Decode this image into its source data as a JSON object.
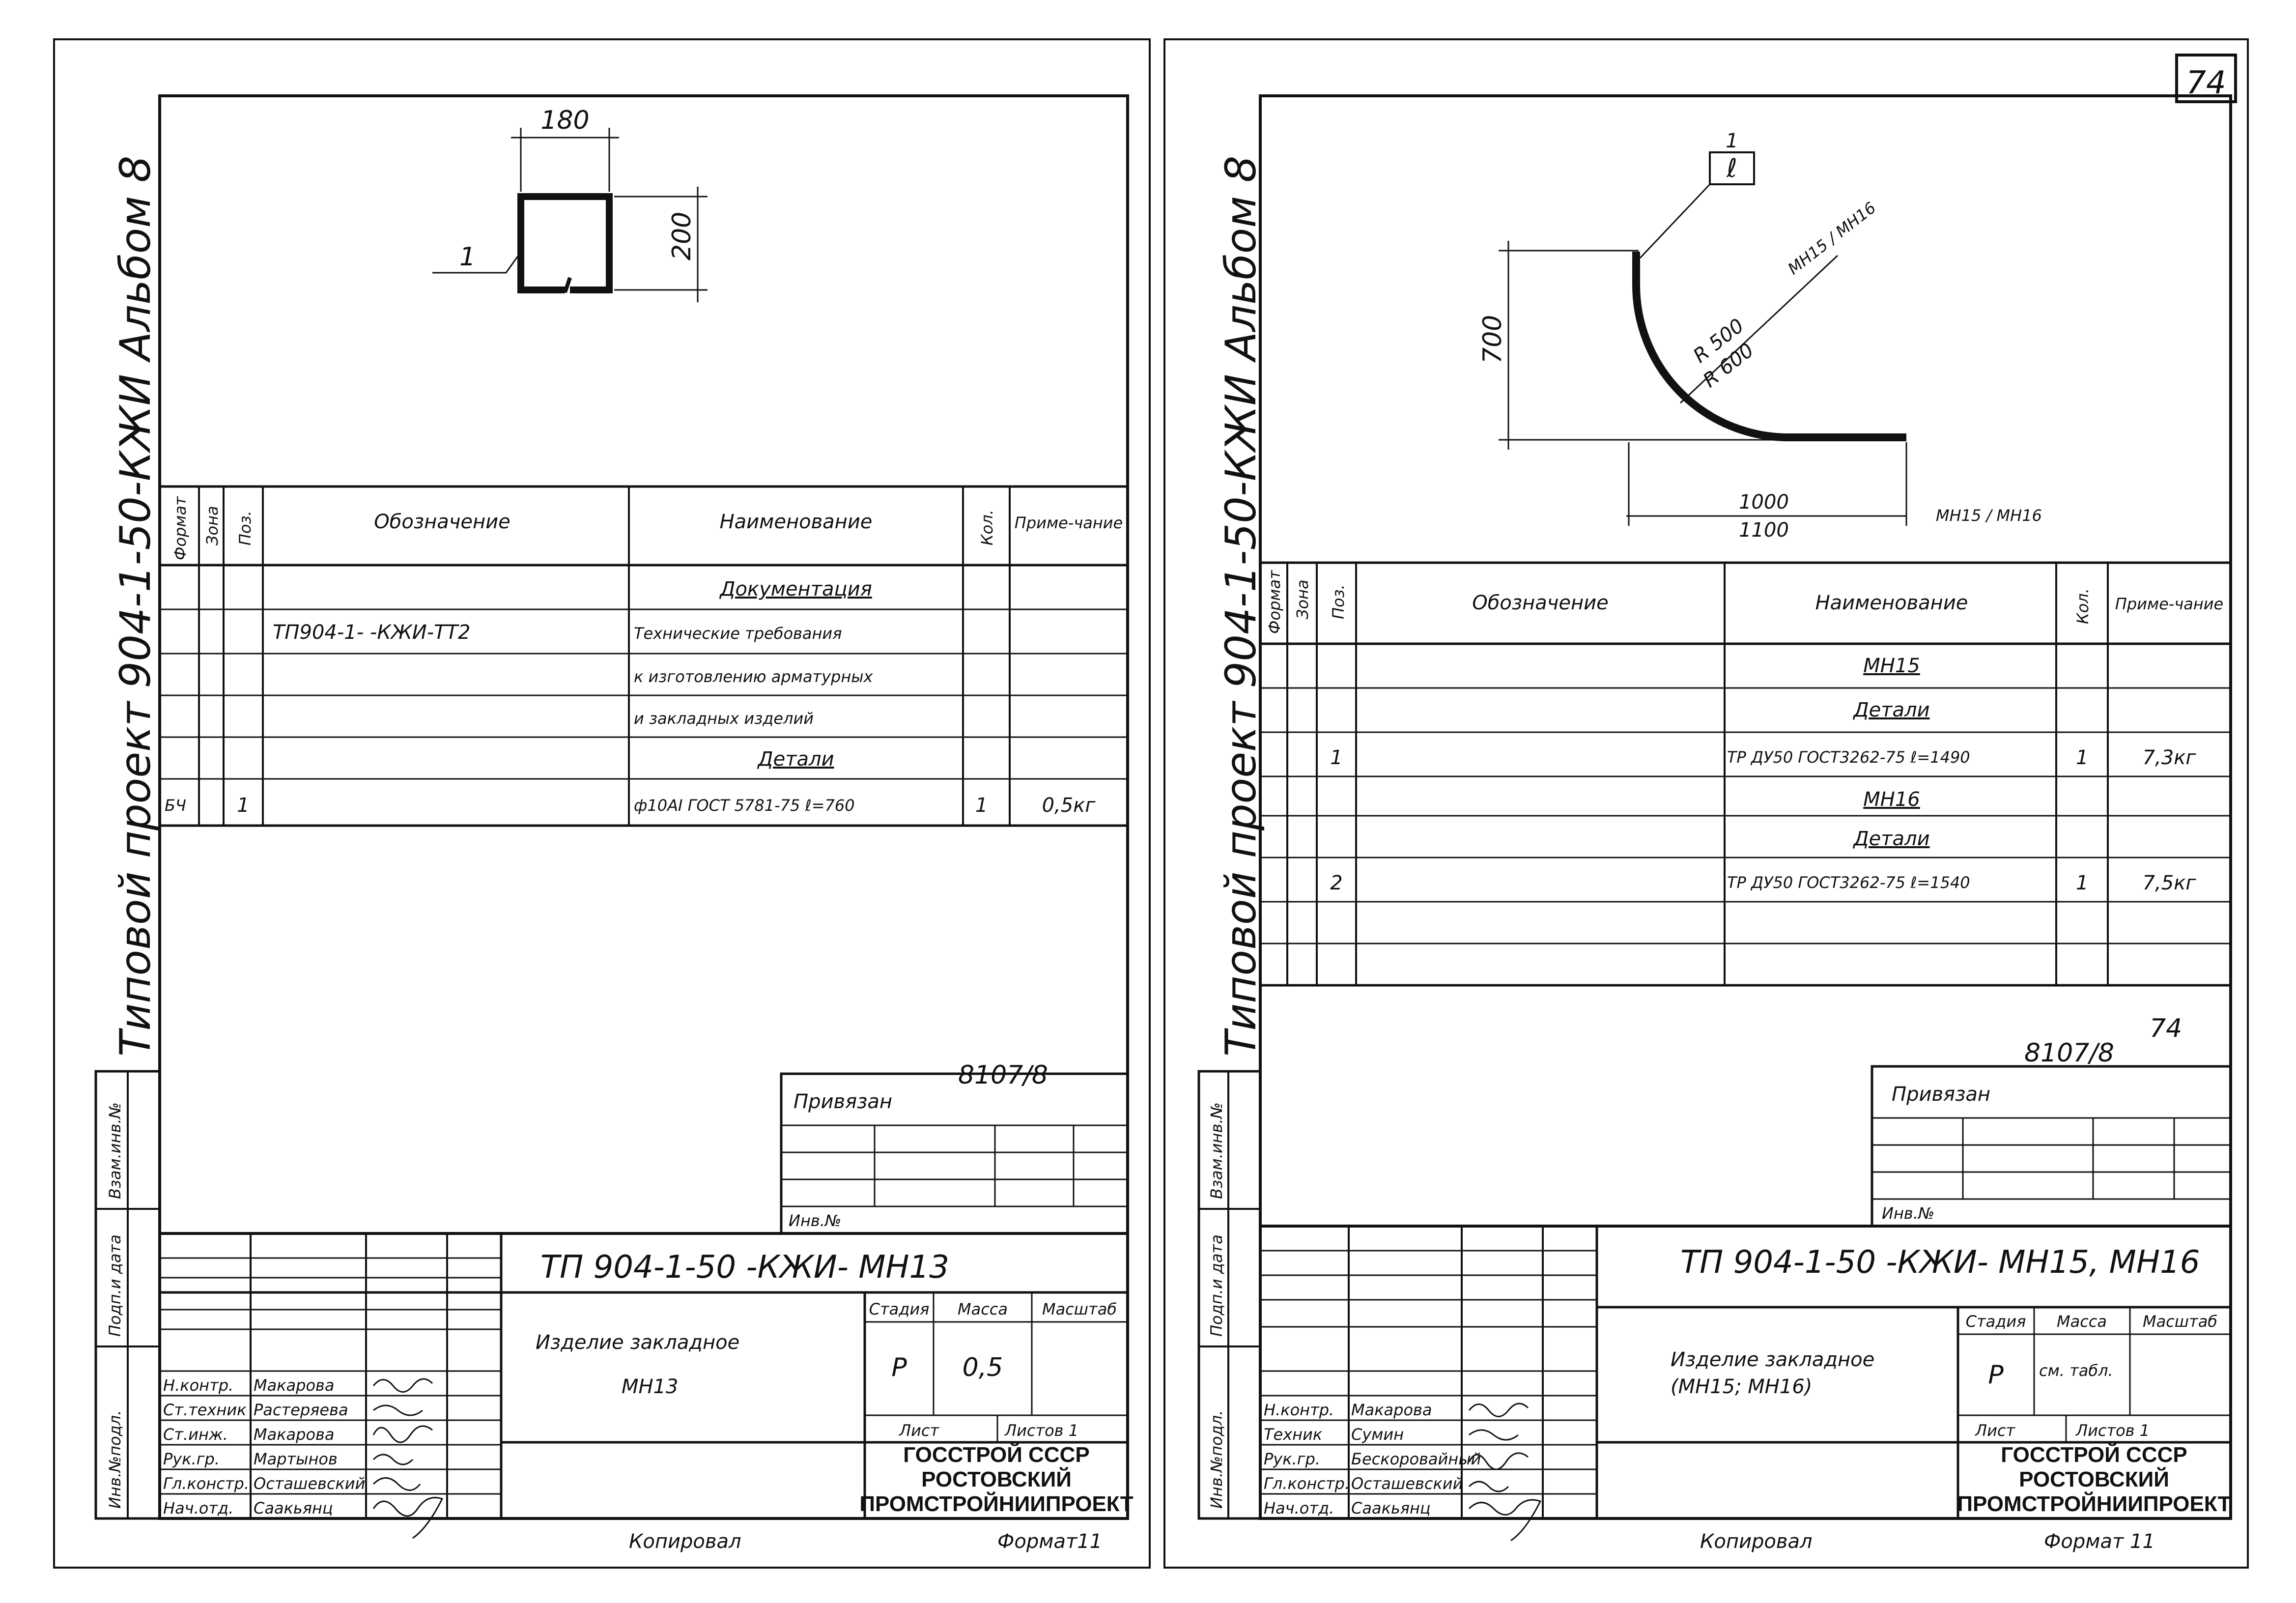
{
  "page_number": "74",
  "album_label": "Типовой проект 904-1-50-КЖИ Альбом 8",
  "left_sheet": {
    "drawing": {
      "dim_width": "180",
      "dim_height": "200",
      "position": "1"
    },
    "headers": {
      "format": "Формат",
      "zone": "Зона",
      "pos": "Поз.",
      "designation": "Обозначение",
      "name": "Наименование",
      "qty": "Кол.",
      "note": "Приме-чание"
    },
    "rows": [
      {
        "name": "Документация"
      },
      {
        "designation": "ТП904-1-      -КЖИ-ТТ2",
        "name": "Технические требования"
      },
      {
        "name": "к изготовлению арматурных"
      },
      {
        "name": "и закладных изделий"
      },
      {
        "name": "Детали"
      },
      {
        "format": "БЧ",
        "pos": "1",
        "name": "ф10АI ГОСТ 5781-75 ℓ=760",
        "qty": "1",
        "note": "0,5кг"
      }
    ],
    "sheet_no": "8107/8",
    "attached": "Привязан",
    "inv_no": "Инв.№",
    "code": "ТП 904-1-50    -КЖИ- МН13",
    "title": "Изделие закладное",
    "title_mark": "МН13",
    "stage_header": "Стадия",
    "mass_header": "Масса",
    "scale_header": "Масштаб",
    "stage": "Р",
    "mass": "0,5",
    "sheet_label": "Лист",
    "sheets_label": "Листов 1",
    "org_line1": "ГОССТРОЙ СССР",
    "org_line2": "РОСТОВСКИЙ",
    "org_line3": "ПРОМСТРОЙНИИПРОЕКТ",
    "signatures": [
      {
        "role": "Н.контр.",
        "name": "Макарова"
      },
      {
        "role": "Ст.техник",
        "name": "Растеряева"
      },
      {
        "role": "Ст.инж.",
        "name": "Макарова"
      },
      {
        "role": "Рук.гр.",
        "name": "Мартынов"
      },
      {
        "role": "Гл.констр.",
        "name": "Осташевский"
      },
      {
        "role": "Нач.отд.",
        "name": "Саакьянц"
      }
    ],
    "copied": "Копировал",
    "format": "Формат11"
  },
  "right_sheet": {
    "drawing": {
      "dim_height": "700",
      "dim_len1": "1000",
      "dim_len2": "1100",
      "len_marks": "МН15 / МН16",
      "radius1": "R 500",
      "radius2": "R 600",
      "radius_marks": "МН15 / МН16",
      "position": "1",
      "length_sym": "ℓ"
    },
    "headers": {
      "format": "Формат",
      "zone": "Зона",
      "pos": "Поз.",
      "designation": "Обозначение",
      "name": "Наименование",
      "qty": "Кол.",
      "note": "Приме-чание"
    },
    "rows": [
      {
        "name": "МН15"
      },
      {
        "name": "Детали"
      },
      {
        "pos": "1",
        "name": "ТР ДУ50 ГОСТ3262-75 ℓ=1490",
        "qty": "1",
        "note": "7,3кг"
      },
      {
        "name": "МН16"
      },
      {
        "name": "Детали"
      },
      {
        "pos": "2",
        "name": "ТР ДУ50 ГОСТ3262-75 ℓ=1540",
        "qty": "1",
        "note": "7,5кг"
      }
    ],
    "sheet_no": "8107/8",
    "sheet_no_extra": "74",
    "attached": "Привязан",
    "inv_no": "Инв.№",
    "code": "ТП 904-1-50    -КЖИ- МН15, МН16",
    "title": "Изделие закладное",
    "title_mark": "(МН15; МН16)",
    "stage_header": "Стадия",
    "mass_header": "Масса",
    "scale_header": "Масштаб",
    "stage": "Р",
    "mass": "см. табл.",
    "sheet_label": "Лист",
    "sheets_label": "Листов 1",
    "org_line1": "ГОССТРОЙ СССР",
    "org_line2": "РОСТОВСКИЙ",
    "org_line3": "ПРОМСТРОЙНИИПРОЕКТ",
    "signatures": [
      {
        "role": "Н.контр.",
        "name": "Макарова"
      },
      {
        "role": "Техник",
        "name": "Сумин"
      },
      {
        "role": "Рук.гр.",
        "name": "Бескоровайный"
      },
      {
        "role": "Гл.констр.",
        "name": "Осташевский"
      },
      {
        "role": "Нач.отд.",
        "name": "Саакьянц"
      }
    ],
    "copied": "Копировал",
    "format": "Формат 11"
  },
  "side_stamp_labels": {
    "inv_orig": "Инв.№подл.",
    "sign_date": "Подп.и дата",
    "inv_dup": "Взам.инв.№"
  }
}
